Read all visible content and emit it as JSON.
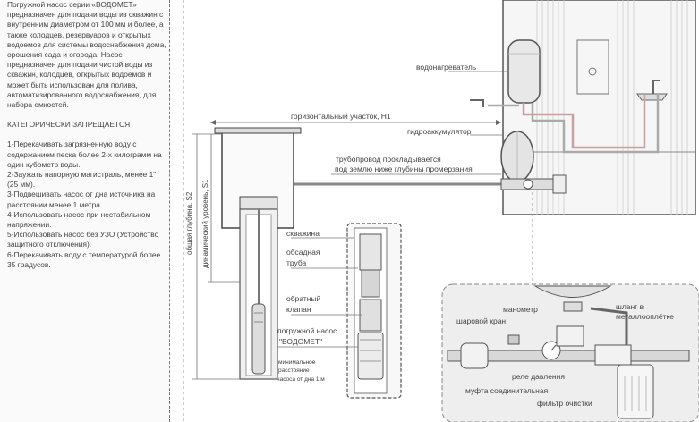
{
  "description": {
    "intro": "Погружной насос серии «ВОДОМЕТ» предназначен для подачи воды из скважин с внутренним диаметром от 100 мм и более, а также колодцев, резервуаров и открытых водоемов для системы водоснабжения дома, орошения сада и огорода. Насос предназначен для подачи чистой воды из скважин, колодцев, открытых водоемов и может быть использован для полива, автоматизированного водоснабжения, для набора емкостей.",
    "prohibited_title": "КАТЕГОРИЧЕСКИ ЗАПРЕЩАЕТСЯ",
    "rules": [
      "1-Перекачивать загрязненную воду с содержанием песка более 2-х килограмм на один кубометр воды.",
      "2-Заужать напорную магистраль, менее 1\"  (25 мм).",
      "3-Подвешивать насос от дна источника на расстоянии менее 1 метра.",
      "4-Использовать насос при нестабильном напряжении.",
      "5-Использовать насос без УЗО (Устройство защитного отключения).",
      "6-Перекачивать воду с температурой более 35 градусов."
    ]
  },
  "labels": {
    "water_heater": "водонагреватель",
    "horizontal_section": "горизонтальный участок, Н1",
    "hydroaccumulator": "гидроаккумулятор",
    "pipeline_line1": "трубопровод прокладывается",
    "pipeline_line2": "под землю ниже глубины промерзания",
    "total_depth": "общая глубина, S2",
    "dynamic_level": "динамический уровень, S1",
    "well": "скважина",
    "casing_line1": "обсадная",
    "casing_line2": "труба",
    "check_valve_line1": "обратный",
    "check_valve_line2": "клапан",
    "pump_line1": "погружной насос",
    "pump_line2": "\"ВОДОМЕТ\"",
    "min_dist_line1": "минимальное",
    "min_dist_line2": "расстояние",
    "min_dist_line3": "насоса от дна 1 м",
    "manometer": "манометр",
    "ball_valve": "шаровой кран",
    "hose_line1": "шланг в",
    "hose_line2": "металлооплётке",
    "pressure_relay": "реле давления",
    "coupling": "муфта соединительная",
    "filter": "фильтр очистки"
  },
  "colors": {
    "line": "#555555",
    "label": "#444444",
    "pipe": "#9a9a9a",
    "hot_pipe": "#c9a0a0",
    "detail_bg": "#eeeeee"
  }
}
